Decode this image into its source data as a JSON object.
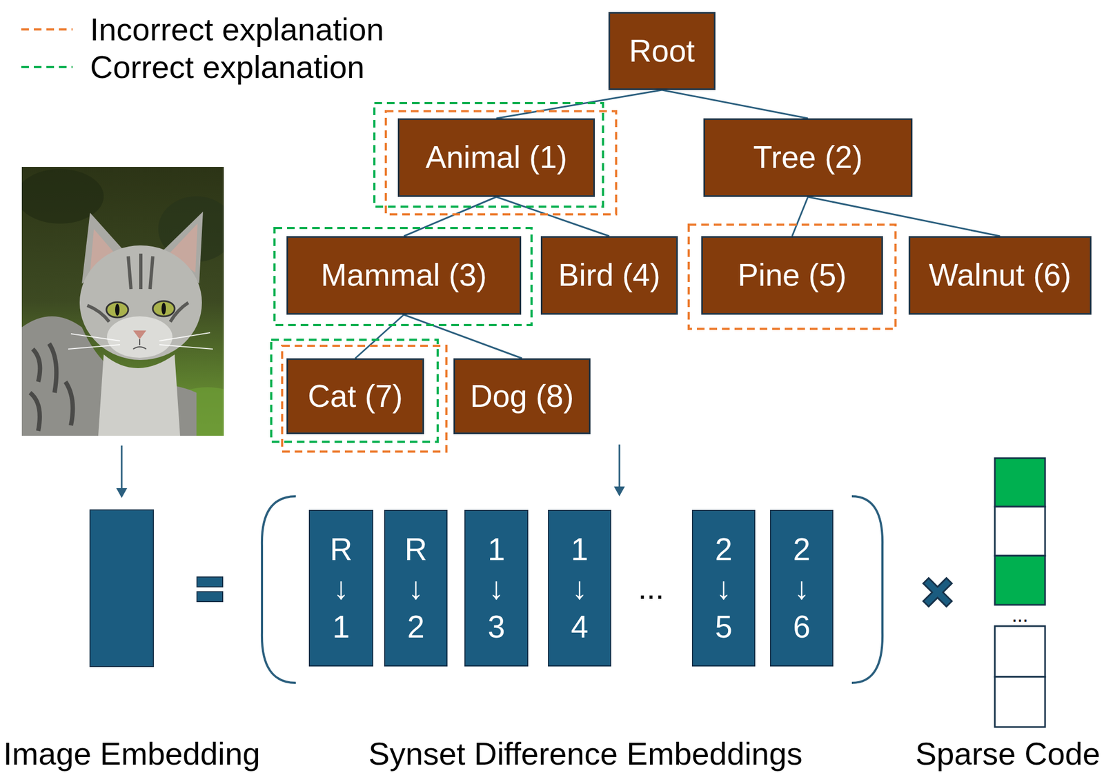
{
  "diagram": {
    "nodes": [
      {
        "text": [
          "Root"
        ]
      },
      {
        "text": [
          "Animal (1)"
        ]
      },
      {
        "text": [
          "Tree (2)"
        ]
      },
      {
        "text": [
          "Mammal (3)"
        ]
      },
      {
        "text": [
          "Bird (4)"
        ]
      },
      {
        "text": [
          "Pine (5)"
        ]
      },
      {
        "text": [
          "Walnut (6)"
        ]
      },
      {
        "text": [
          "Cat (7)"
        ]
      },
      {
        "text": [
          "Dog (8)"
        ]
      },
      {
        "text": [
          "R",
          "↓",
          "1"
        ]
      },
      {
        "text": [
          "R",
          "↓",
          "2"
        ]
      },
      {
        "text": [
          "1",
          "↓",
          "3"
        ]
      },
      {
        "text": [
          "1",
          "↓",
          "4"
        ]
      },
      {
        "text": [
          "2",
          "↓",
          "5"
        ]
      },
      {
        "text": [
          "2",
          "↓",
          "6"
        ]
      }
    ],
    "edges": [
      {
        "from": 0,
        "to": 1,
        "arrow": "none"
      },
      {
        "from": 0,
        "to": 2,
        "arrow": "none"
      },
      {
        "from": 1,
        "to": 3,
        "arrow": "none"
      },
      {
        "from": 1,
        "to": 4,
        "arrow": "none"
      },
      {
        "from": 3,
        "to": 7,
        "arrow": "none"
      },
      {
        "from": 3,
        "to": 8,
        "arrow": "none"
      },
      {
        "from": 2,
        "to": 5,
        "arrow": "none"
      },
      {
        "from": 2,
        "to": 6,
        "arrow": "none"
      }
    ],
    "labels": [
      "...",
      "...",
      "Image Embedding",
      "Synset Difference Embeddings",
      "Sparse Code"
    ],
    "legend": [
      {
        "text": "Incorrect explanation"
      },
      {
        "text": "Correct explanation"
      }
    ]
  }
}
